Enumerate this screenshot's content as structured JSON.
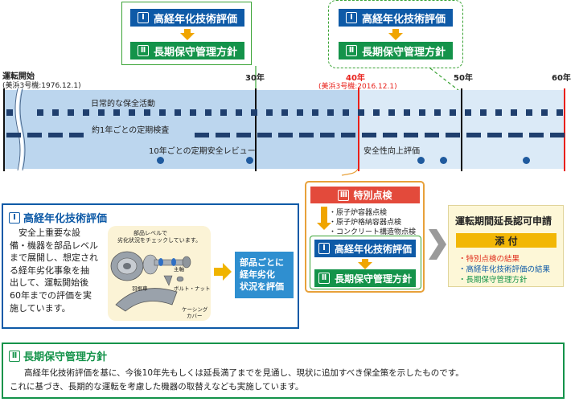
{
  "top_flow_left": {
    "item1": "高経年化技術評価",
    "item2": "長期保守管理方針",
    "roman1": "Ⅰ",
    "roman2": "Ⅱ"
  },
  "top_flow_right": {
    "item1": "高経年化技術評価",
    "item2": "長期保守管理方針",
    "roman1": "Ⅰ",
    "roman2": "Ⅱ"
  },
  "timeline": {
    "start_label": "運転開始",
    "start_sub": "(美浜3号機:1976.12.1)",
    "y30": "30年",
    "y40": "40年",
    "y40_sub": "(美浜3号機:2016.12.1)",
    "y50": "50年",
    "y60": "60年",
    "row1": "日常的な保全活動",
    "row2": "約1年ごとの定期検査",
    "row3": "10年ごとの定期安全レビュー",
    "row3_right": "安全性向上評価",
    "colors": {
      "band_left": "#bcd6ee",
      "band_right": "#dbeaf7",
      "y40_red": "#e8201a"
    }
  },
  "left_panel": {
    "roman": "Ⅰ",
    "title": "高経年化技術評価",
    "body_lines": [
      "安全上重要な設",
      "備・機器を部品レベル",
      "まで展開し、想定され",
      "る経年劣化事象を抽",
      "出して、運転開始後",
      "60年までの評価を実",
      "施しています。"
    ],
    "illus_caption1": "部品レベルで",
    "illus_caption2": "劣化状況をチェックしています。",
    "part_shaft": "主軸",
    "part_impeller": "羽根車",
    "part_bolt": "ボルト・ナット",
    "part_casing1": "ケーシング",
    "part_casing2": "カバー",
    "result_lines": [
      "部品ごとに",
      "経年劣化",
      "状況を評価"
    ]
  },
  "special": {
    "roman": "Ⅲ",
    "title": "特別点検",
    "items": [
      "・原子炉容器点検",
      "・原子炉格納容器点検",
      "・コンクリート構造物点検"
    ],
    "flow_item1": "高経年化技術評価",
    "flow_item2": "長期保守管理方針",
    "roman1": "Ⅰ",
    "roman2": "Ⅱ"
  },
  "application": {
    "title": "運転期間延長認可申請",
    "attach_label": "添 付",
    "items": [
      "・特別点検の結果",
      "・高経年化技術評価の結果",
      "・長期保守管理方針"
    ]
  },
  "bottom_panel": {
    "roman": "Ⅱ",
    "title": "長期保守管理方針",
    "line1": "高経年化技術評価を基に、今後10年先もしくは延長満了までを見通し、現状に追加すべき保全策を示したものです。",
    "line2": "これに基づき、長期的な運転を考慮した機器の取替えなども実施しています。"
  }
}
